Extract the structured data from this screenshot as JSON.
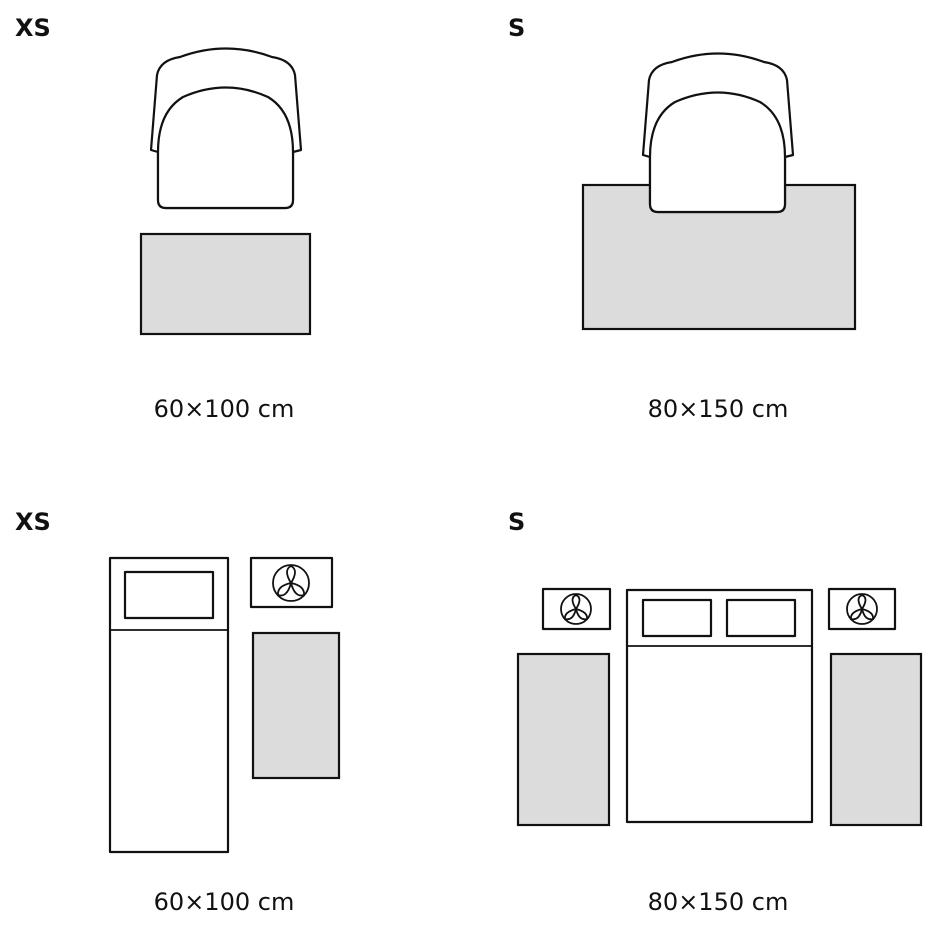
{
  "panels": [
    {
      "size": "XS",
      "dimensions": "60×100 cm",
      "scene": "chair"
    },
    {
      "size": "S",
      "dimensions": "80×150 cm",
      "scene": "chair"
    },
    {
      "size": "XS",
      "dimensions": "60×100 cm",
      "scene": "bed"
    },
    {
      "size": "S",
      "dimensions": "80×150 cm",
      "scene": "bed"
    }
  ],
  "colors": {
    "rug_fill": "#dcdcdc",
    "outline": "#111111"
  },
  "icons": [
    "armchair-icon",
    "rug-icon",
    "single-bed-icon",
    "double-bed-icon",
    "nightstand-icon",
    "flower-icon"
  ]
}
